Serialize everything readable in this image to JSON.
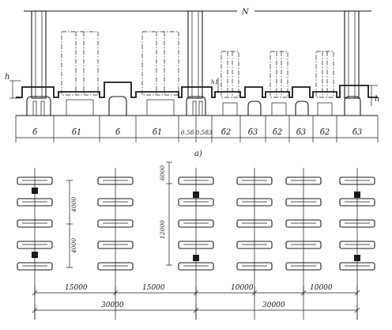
{
  "top": {
    "label_n": "N",
    "label_h_left": "h",
    "label_h1": "h1",
    "label_h_right": "h",
    "caption": "а)",
    "widths": [
      "б",
      "б1",
      "б",
      "б1",
      "0.5б",
      "0.5б3",
      "б2",
      "б3",
      "б2",
      "б3",
      "б2",
      "б3"
    ]
  },
  "bottom": {
    "dim_4000_a": "4000",
    "dim_4000_b": "4000",
    "dim_6000": "6000",
    "dim_12000": "12000",
    "spans_row1": [
      "15000",
      "15000",
      "10000",
      "10000"
    ],
    "spans_row2": [
      "30000",
      "30000"
    ]
  }
}
